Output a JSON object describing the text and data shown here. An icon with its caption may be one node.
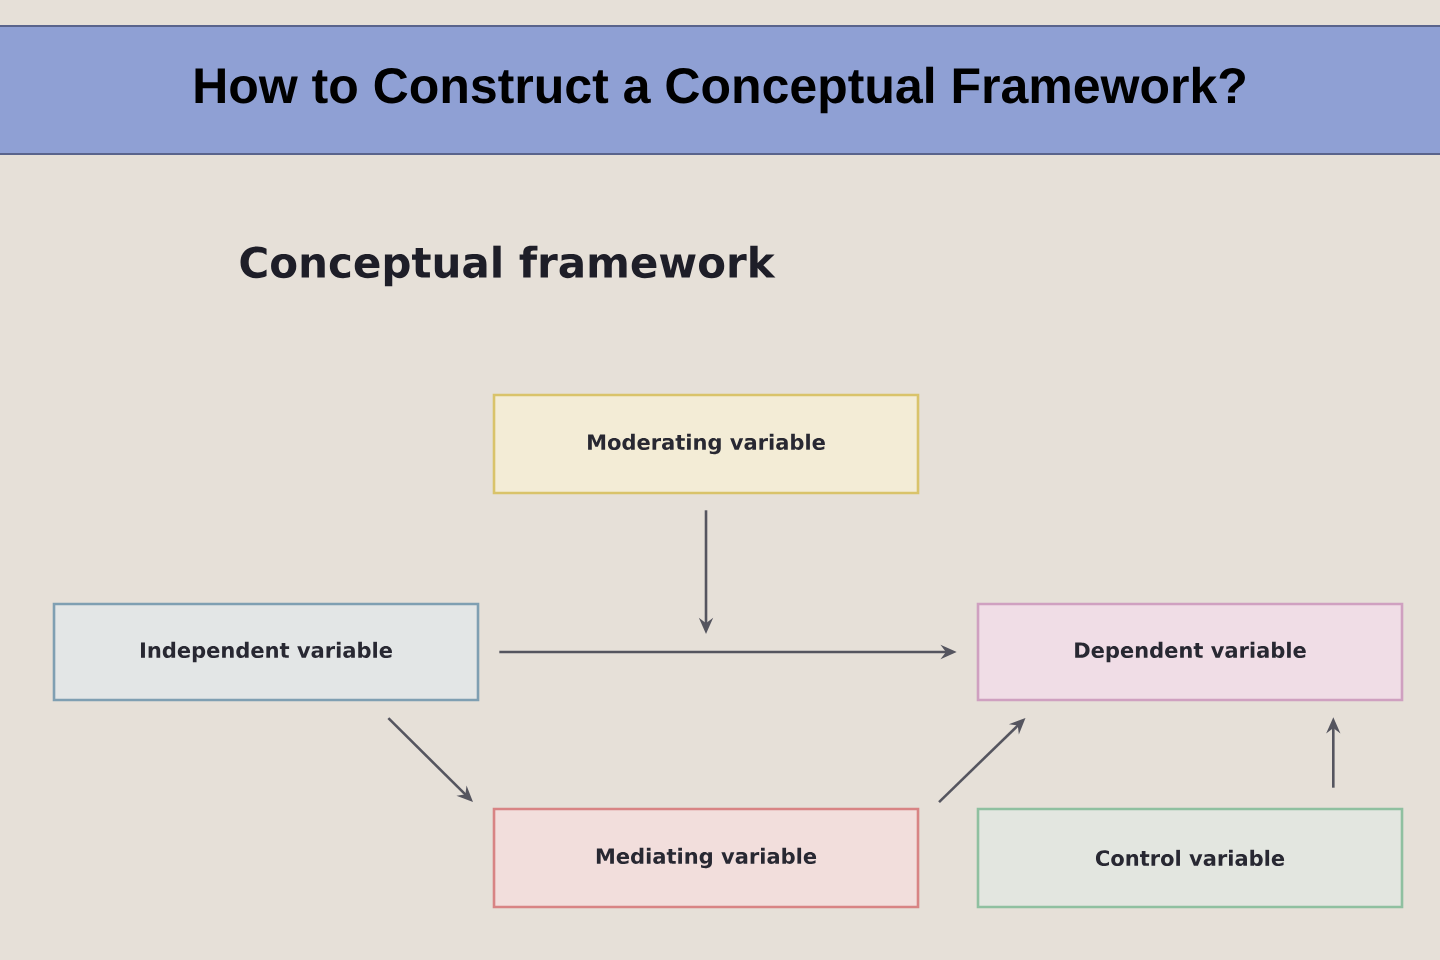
{
  "diagram": {
    "title": "How to Construct a Conceptual Framework?",
    "nodes": [
      {
        "text": [
          "Moderating variable"
        ]
      },
      {
        "text": [
          "Independent variable"
        ]
      },
      {
        "text": [
          "Dependent variable"
        ]
      },
      {
        "text": [
          "Mediating variable"
        ]
      },
      {
        "text": [
          "Control variable"
        ]
      }
    ],
    "edges": [
      {
        "from": 1,
        "to": 2,
        "arrow": "to"
      },
      {
        "from": 0,
        "to": null,
        "arrow": "to"
      },
      {
        "from": 1,
        "to": 3,
        "arrow": "to"
      },
      {
        "from": 3,
        "to": 2,
        "arrow": "to"
      },
      {
        "from": 4,
        "to": 2,
        "arrow": "to"
      }
    ],
    "labels": [
      "Conceptual framework"
    ]
  }
}
